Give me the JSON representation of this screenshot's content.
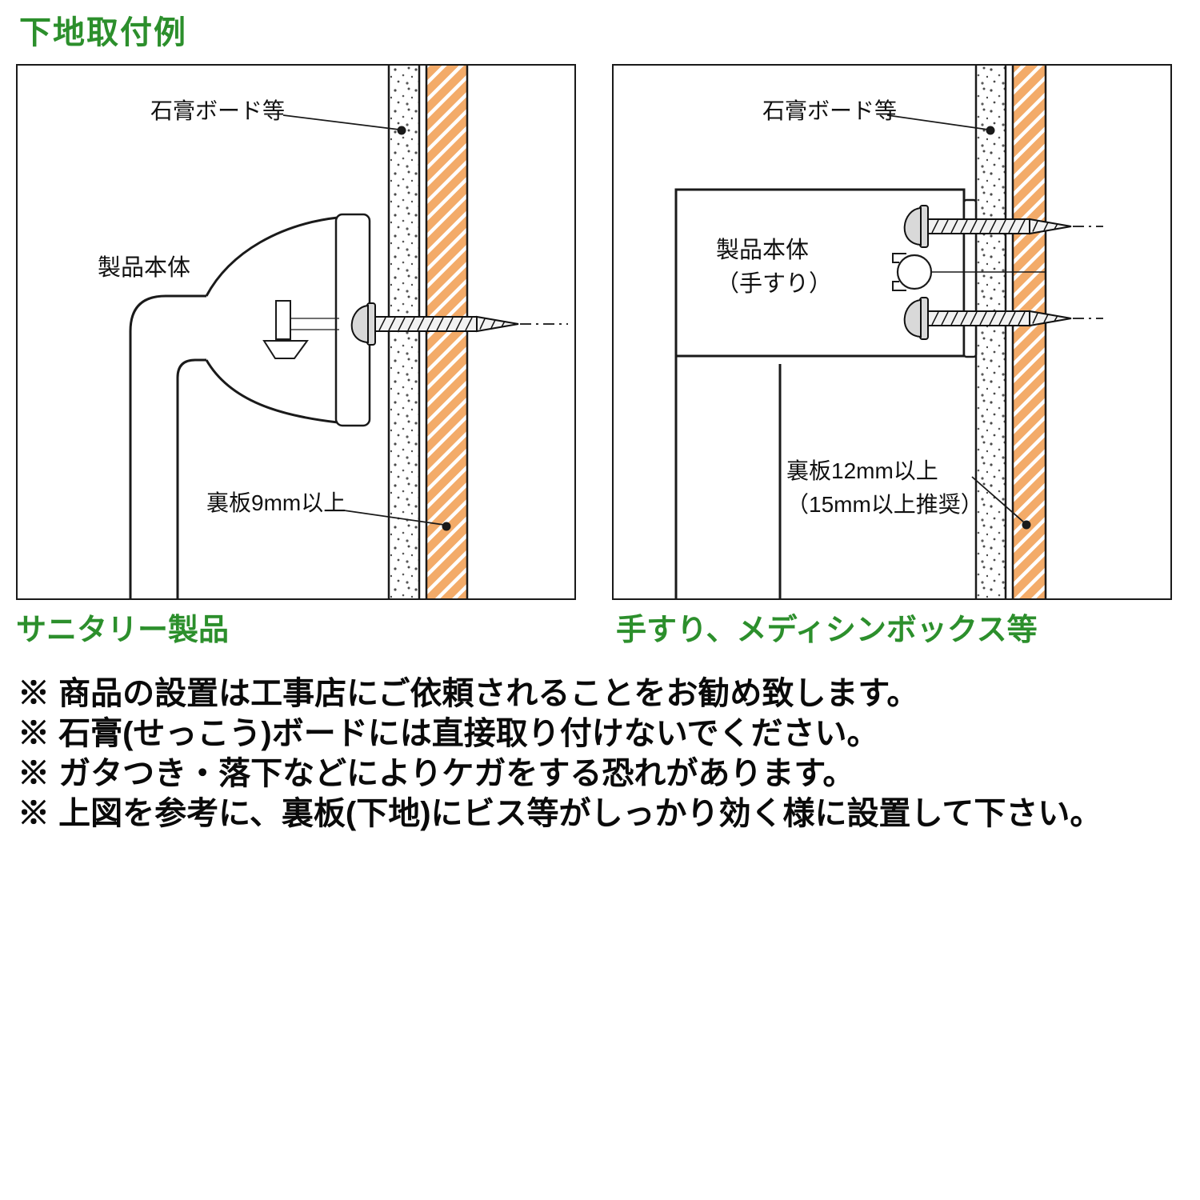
{
  "title": "下地取付例",
  "colors": {
    "accent_green": "#2c8f2c",
    "backing_orange": "#f3ab69"
  },
  "panels": {
    "left": {
      "caption": "サニタリー製品",
      "labels": {
        "gypsum_board": "石膏ボード等",
        "product_body": "製品本体",
        "backing_board": "裏板9mm以上"
      }
    },
    "right": {
      "caption": "手すり、メディシンボックス等",
      "labels": {
        "gypsum_board": "石膏ボード等",
        "product_body_line1": "製品本体",
        "product_body_line2": "（手すり）",
        "backing_board_line1": "裏板12mm以上",
        "backing_board_line2": "（15mm以上推奨）"
      }
    }
  },
  "notes": [
    "※ 商品の設置は工事店にご依頼されることをお勧め致します。",
    "※ 石膏(せっこう)ボードには直接取り付けないでください。",
    "※ ガタつき・落下などによりケガをする恐れがあります。",
    "※ 上図を参考に、裏板(下地)にビス等がしっかり効く様に設置して下さい。"
  ]
}
